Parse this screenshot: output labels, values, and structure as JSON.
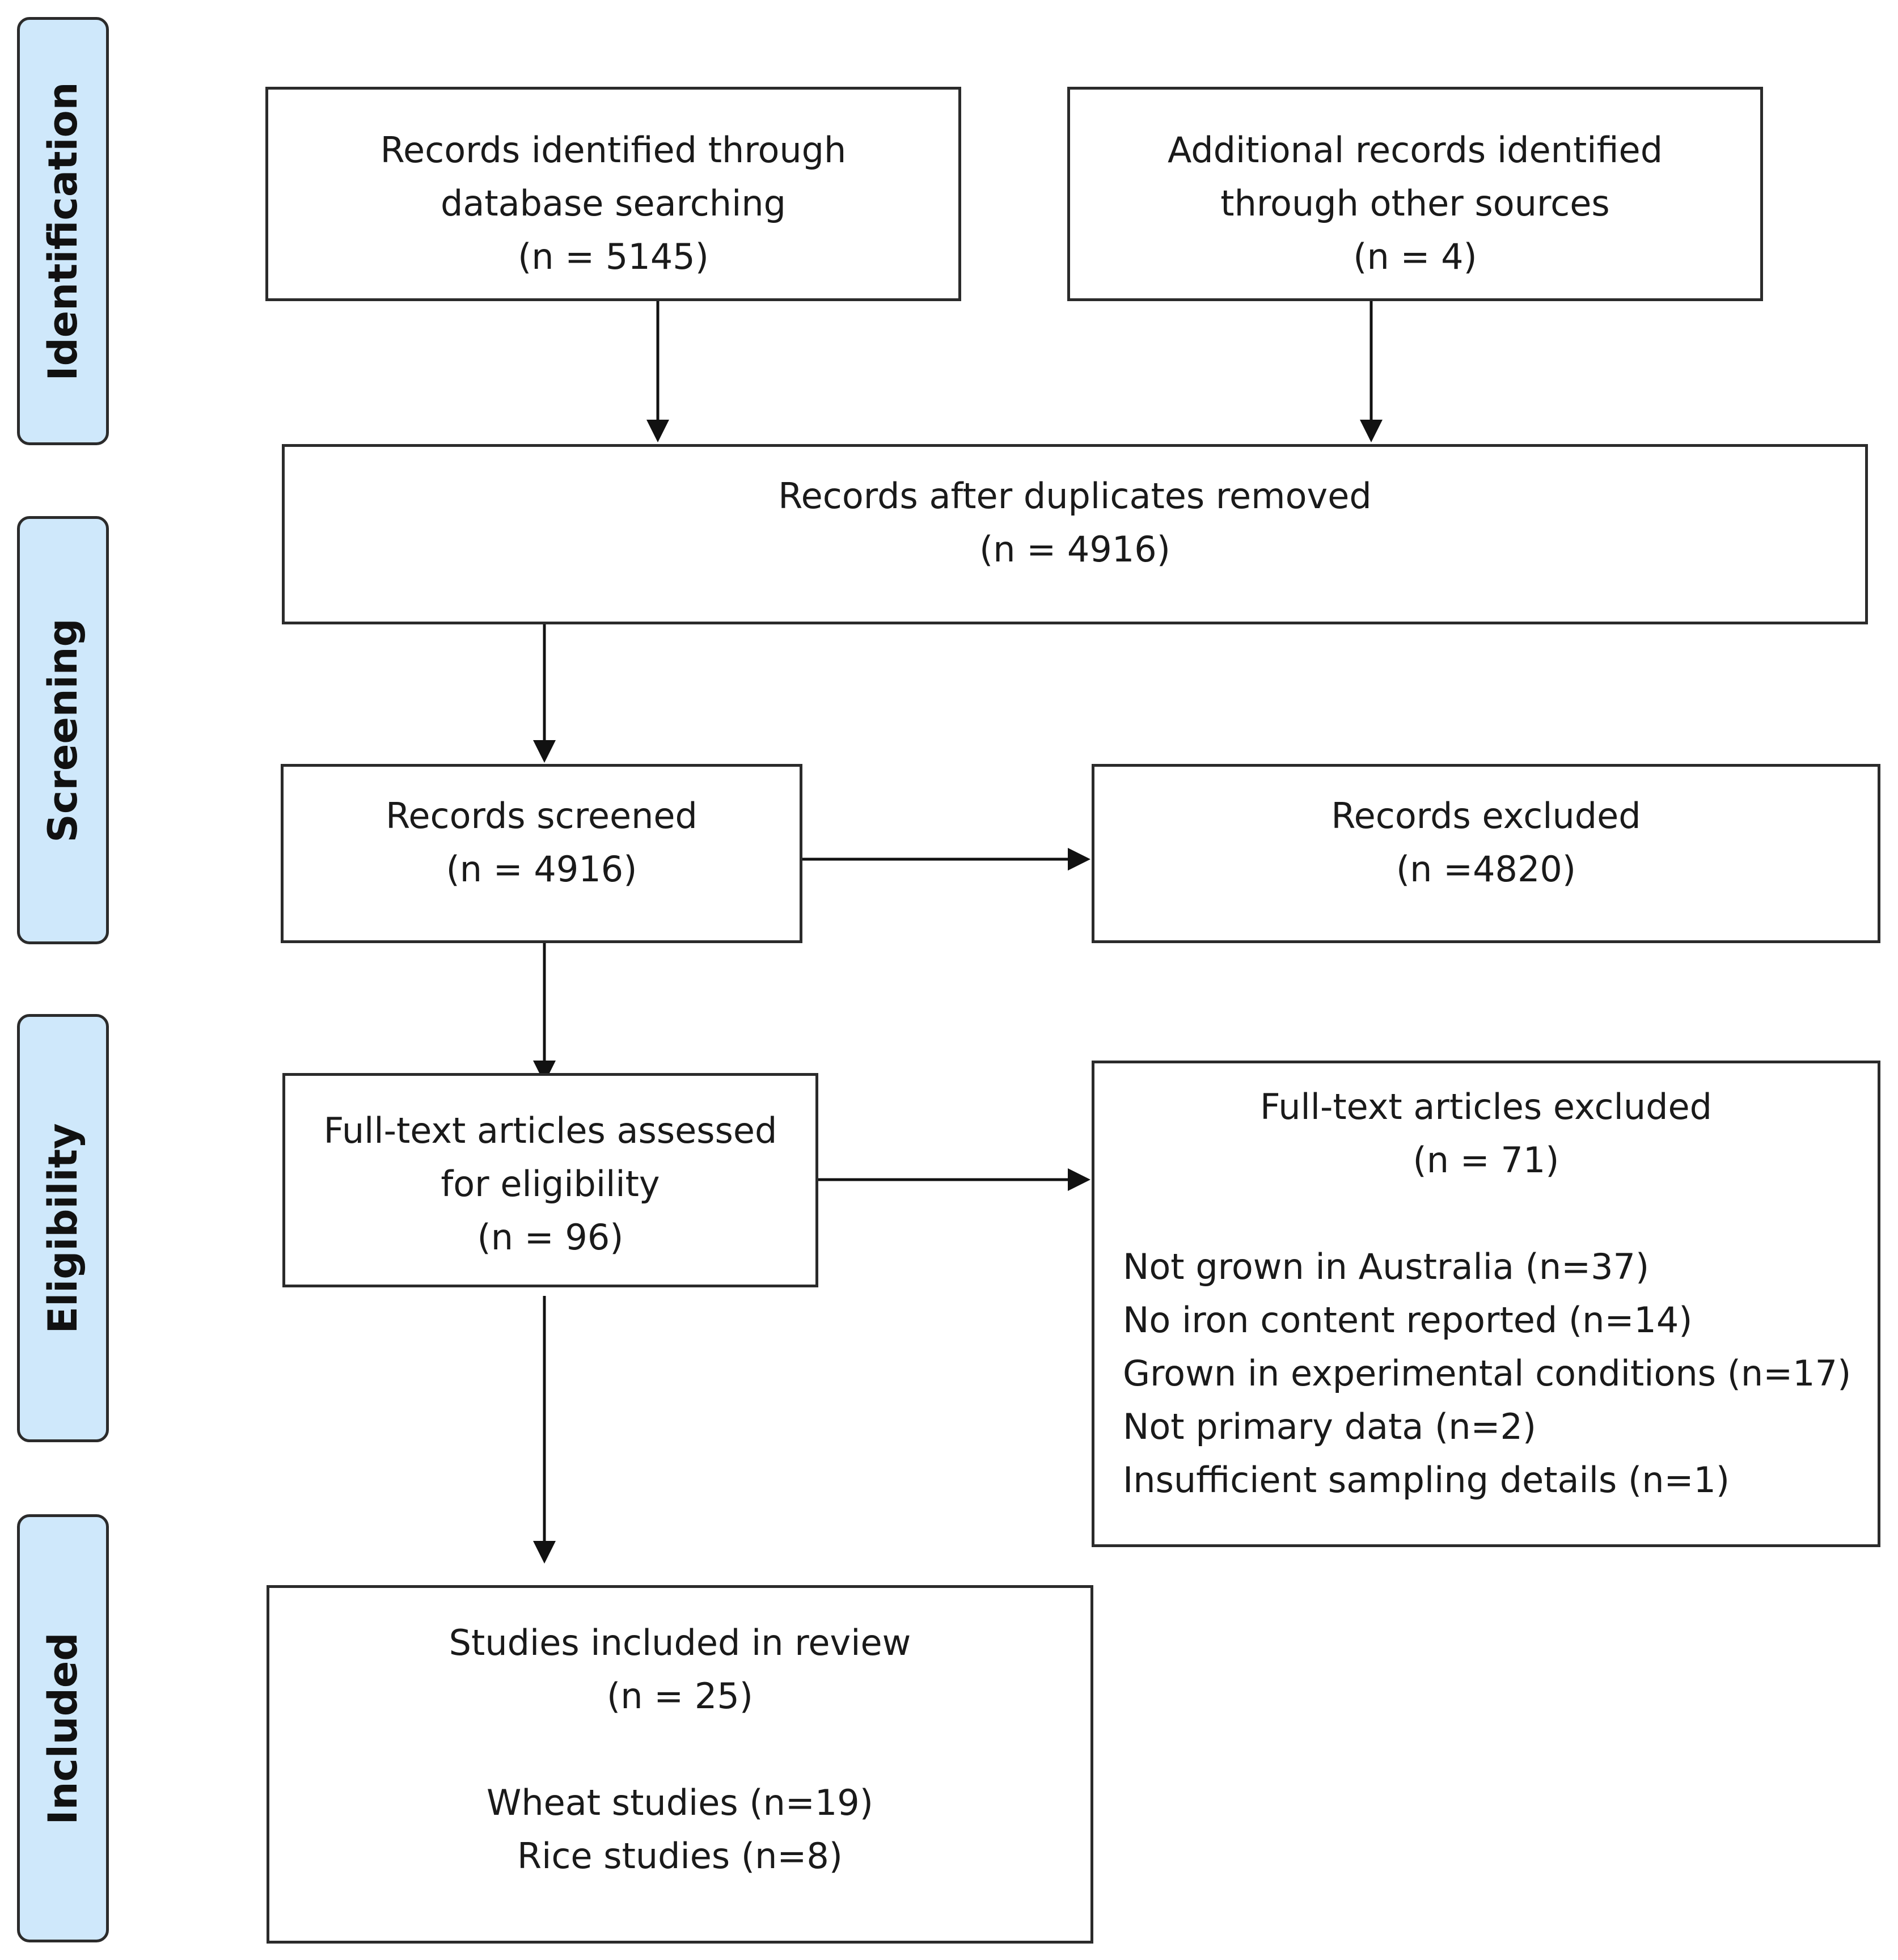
{
  "phases": {
    "identification": "Identification",
    "screening": "Screening",
    "eligibility": "Eligibility",
    "included": "Included"
  },
  "boxes": {
    "database": {
      "line1": "Records identified through",
      "line2": "database searching",
      "count": "(n = 5145)"
    },
    "other_sources": {
      "line1": "Additional records identified",
      "line2": "through other sources",
      "count": "(n = 4)"
    },
    "deduplicated": {
      "line1": "Records after duplicates removed",
      "count": "(n = 4916)"
    },
    "screened": {
      "line1": "Records screened",
      "count": "(n = 4916)"
    },
    "excluded": {
      "line1": "Records excluded",
      "count": "(n =4820)"
    },
    "fulltext": {
      "line1": "Full-text articles assessed",
      "line2": "for eligibility",
      "count": "(n = 96)"
    },
    "fulltext_excluded": {
      "line1": "Full-text articles excluded",
      "count": "(n = 71)",
      "reasons": [
        "Not grown in Australia (n=37)",
        "No iron content reported (n=14)",
        "Grown in experimental conditions (n=17)",
        "Not primary data (n=2)",
        "Insufficient sampling details (n=1)"
      ]
    },
    "included": {
      "line1": "Studies included in review",
      "count": "(n = 25)",
      "subgroups": [
        "Wheat studies (n=19)",
        "Rice studies (n=8)"
      ]
    }
  }
}
